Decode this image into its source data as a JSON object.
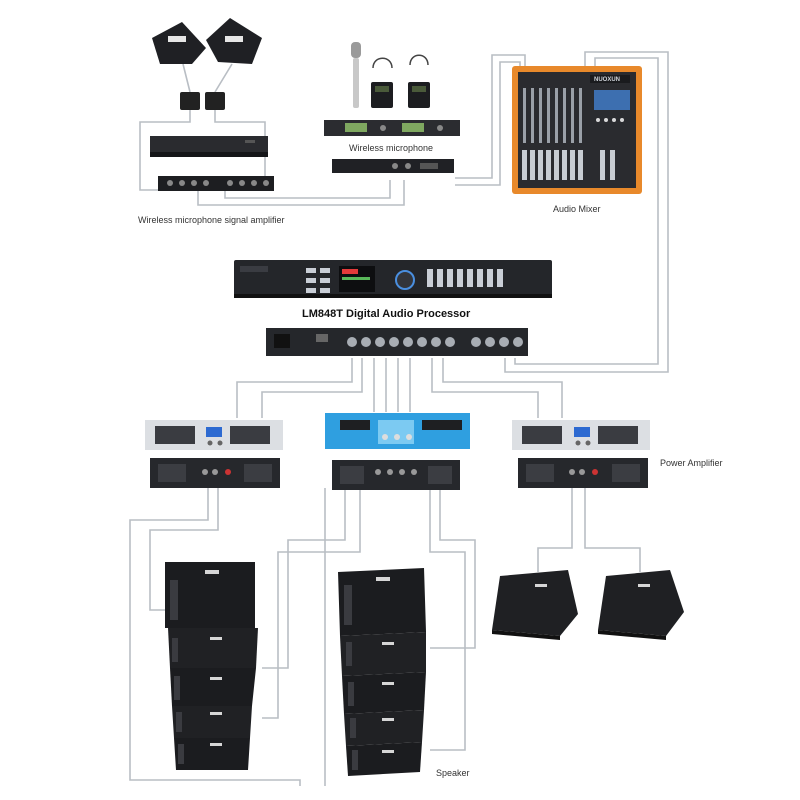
{
  "labels": {
    "wireless_mic": "Wireless microphone",
    "signal_amp": "Wireless microphone signal amplifier",
    "mixer": "Audio Mixer",
    "processor": "LM848T Digital Audio Processor",
    "power_amp": "Power Amplifier",
    "speaker": "Speaker"
  },
  "brand": {
    "mixer_logo": "NUOXUN"
  },
  "colors": {
    "mixer_frame": "#e8892b",
    "amp_blue": "#2f9fe0",
    "wire": "#b9bec4",
    "device_dark": "#1e1f22"
  }
}
